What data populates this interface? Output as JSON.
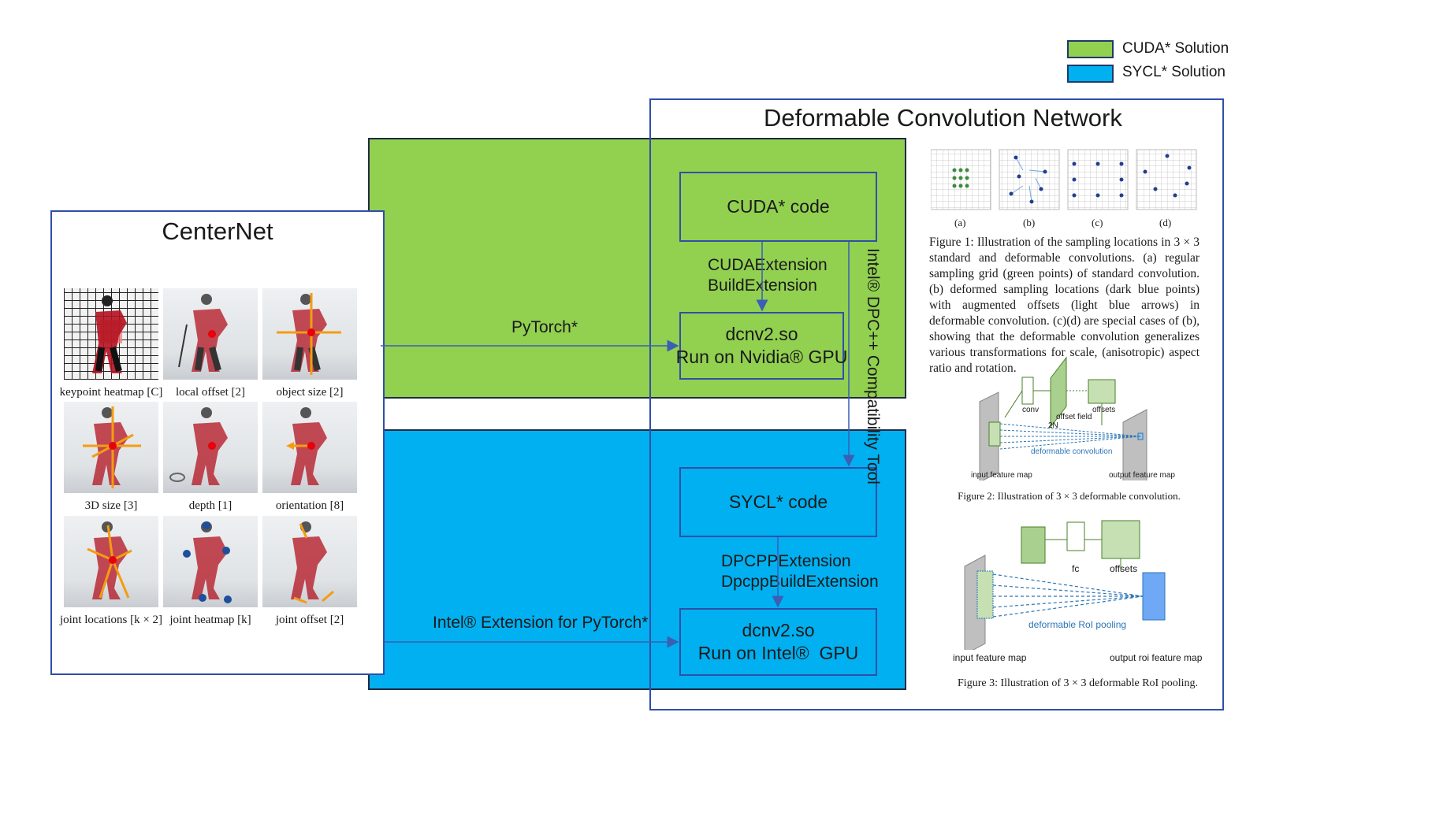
{
  "legend": {
    "cuda_label": "CUDA* Solution",
    "sycl_label": "SYCL* Solution",
    "colors": {
      "cuda": "#92d050",
      "sycl": "#00b0f0"
    }
  },
  "dcn": {
    "title": "Deformable Convolution Network",
    "fig1": {
      "panels": [
        "(a)",
        "(b)",
        "(c)",
        "(d)"
      ],
      "caption": "Figure 1: Illustration of the sampling locations in 3 × 3 standard and deformable convolutions. (a) regular sampling grid (green points) of standard convolution. (b) deformed sampling locations (dark blue points) with augmented offsets (light blue arrows) in deformable convolution. (c)(d) are special cases of (b), showing that the deformable convolution generalizes various transformations for scale, (anisotropic) aspect ratio and rotation."
    },
    "fig2": {
      "conv": "conv",
      "offset_field": "offset field",
      "two_n": "2N",
      "offsets": "offsets",
      "deformable": "deformable convolution",
      "input": "input feature map",
      "output": "output feature map",
      "caption": "Figure 2: Illustration of 3 × 3 deformable convolution."
    },
    "fig3": {
      "fc": "fc",
      "offsets": "offsets",
      "pooling": "deformable RoI pooling",
      "input": "input feature map",
      "output": "output roi feature map",
      "caption": "Figure 3: Illustration of 3 × 3 deformable RoI pooling."
    }
  },
  "centernet": {
    "title": "CenterNet",
    "labels": [
      "keypoint heatmap [C]",
      "local offset [2]",
      "object size [2]",
      "3D size [3]",
      "depth [1]",
      "orientation [8]",
      "joint locations [k × 2]",
      "joint heatmap [k]",
      "joint offset [2]"
    ]
  },
  "cuda": {
    "code": "CUDA* code",
    "ext1": "CUDAExtension",
    "ext2": "BuildExtension",
    "so": "dcnv2.so",
    "run": "Run on Nvidia® GPU",
    "framework": "PyTorch*"
  },
  "tool": "Intel® DPC++ Compatibility Tool",
  "sycl": {
    "code": "SYCL* code",
    "ext1": "DPCPPExtension",
    "ext2": "DpcppBuildExtension",
    "so": "dcnv2.so",
    "run": "Run on Intel®  GPU",
    "framework": "Intel® Extension for PyTorch*"
  }
}
